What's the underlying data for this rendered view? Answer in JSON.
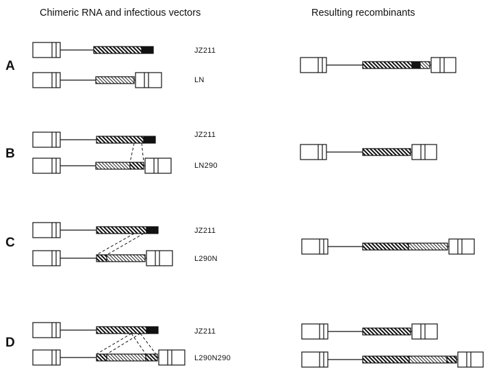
{
  "headers": {
    "left": "Chimeric RNA and infectious vectors",
    "right": "Resulting recombinants"
  },
  "rows": [
    {
      "letter": "A",
      "vector1": "JZ211",
      "vector2": "LN"
    },
    {
      "letter": "B",
      "vector1": "JZ211",
      "vector2": "LN290"
    },
    {
      "letter": "C",
      "vector1": "JZ211",
      "vector2": "L290N"
    },
    {
      "letter": "D",
      "vector1": "JZ211",
      "vector2": "L290N290"
    }
  ]
}
